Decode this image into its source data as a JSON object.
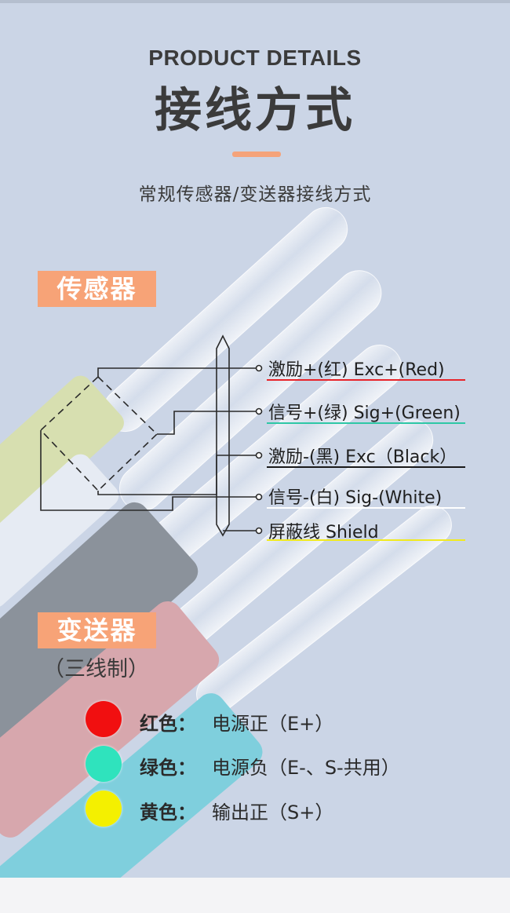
{
  "header": {
    "title_en": "PRODUCT DETAILS",
    "title_cn": "接线方式",
    "subtitle": "常规传感器/变送器接线方式"
  },
  "sensor": {
    "tag": "传感器",
    "wires": [
      {
        "label": "激励+(红) Exc+(Red)",
        "color": "#e8242a"
      },
      {
        "label": "信号+(绿) Sig+(Green)",
        "color": "#2ec7a6"
      },
      {
        "label": "激励-(黑) Exc（Black）",
        "color": "#1a1a1a"
      },
      {
        "label": "信号-(白) Sig-(White)",
        "color": "#ffffff"
      },
      {
        "label": "屏蔽线 Shield",
        "color": "#f1ea1e"
      }
    ]
  },
  "transmitter": {
    "tag": "变送器",
    "subtitle": "（三线制）",
    "legend": [
      {
        "key": "红色：",
        "value": "电源正（E+）",
        "color": "#f10f10"
      },
      {
        "key": "绿色：",
        "value": "电源负（E-、S-共用）",
        "color": "#2fe3bd"
      },
      {
        "key": "黄色：",
        "value": "输出正（S+）",
        "color": "#f4f000"
      }
    ]
  },
  "colors": {
    "accent": "#f7a377",
    "background": "#cbd5e6"
  }
}
